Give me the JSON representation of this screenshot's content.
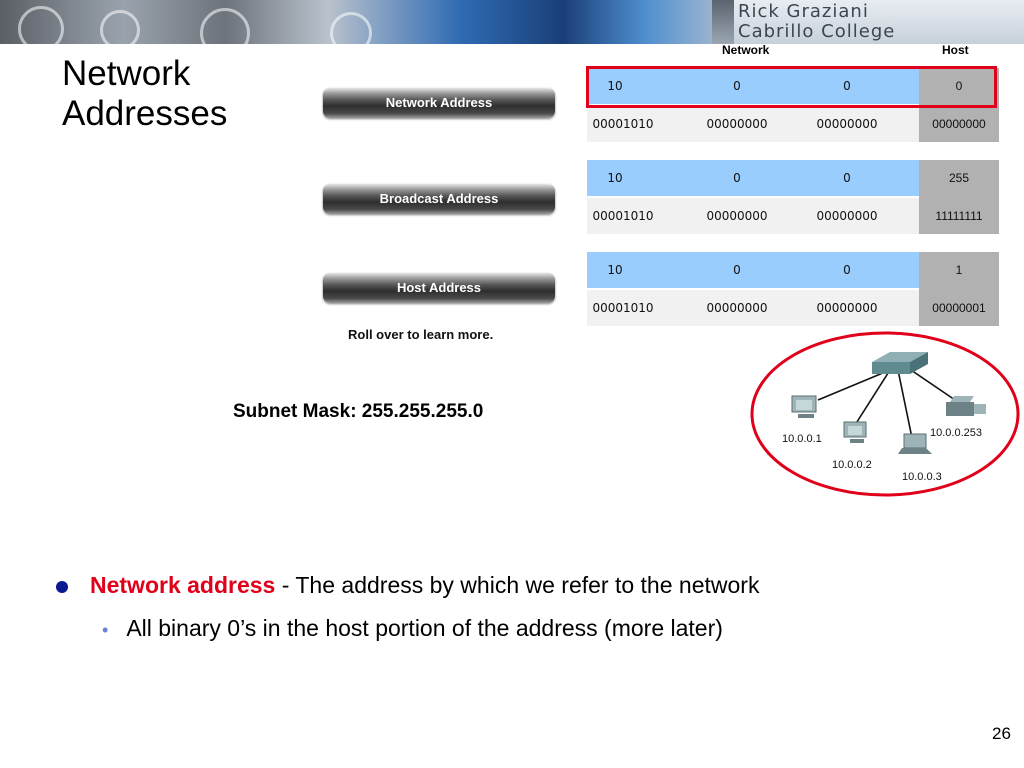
{
  "header": {
    "line1": "Rick Graziani",
    "line2": "Cabrillo College"
  },
  "title": {
    "line1": "Network",
    "line2": "Addresses"
  },
  "buttons": {
    "network": "Network Address",
    "broadcast": "Broadcast Address",
    "host": "Host Address"
  },
  "rollover": "Roll over to learn more.",
  "columns": {
    "network": "Network",
    "host": "Host"
  },
  "addresses": {
    "network": {
      "decimal": [
        "10",
        "0",
        "0",
        "0"
      ],
      "binary": [
        "00001010",
        "00000000",
        "00000000",
        "00000000"
      ]
    },
    "broadcast": {
      "decimal": [
        "10",
        "0",
        "0",
        "255"
      ],
      "binary": [
        "00001010",
        "00000000",
        "00000000",
        "11111111"
      ]
    },
    "host": {
      "decimal": [
        "10",
        "0",
        "0",
        "1"
      ],
      "binary": [
        "00001010",
        "00000000",
        "00000000",
        "00000001"
      ]
    }
  },
  "subnet_mask": "Subnet Mask: 255.255.255.0",
  "diagram": {
    "ip1": "10.0.0.1",
    "ip2": "10.0.0.2",
    "ip3": "10.0.0.3",
    "ip4": "10.0.0.253"
  },
  "bullets": {
    "term": "Network address",
    "description": " - The address by which we refer to the network",
    "sub": "All binary 0’s in the host portion of the address (more later)"
  },
  "slide_number": "26",
  "colors": {
    "accent_red": "#e0001a",
    "network_blue": "#99cdfe",
    "host_gray": "#b1b1b1",
    "bullet_blue": "#0b1b8f"
  },
  "icons": [
    "switch-icon",
    "pc-icon",
    "laptop-icon",
    "printer-icon",
    "bullet-dot-icon",
    "bullet-square-icon"
  ]
}
